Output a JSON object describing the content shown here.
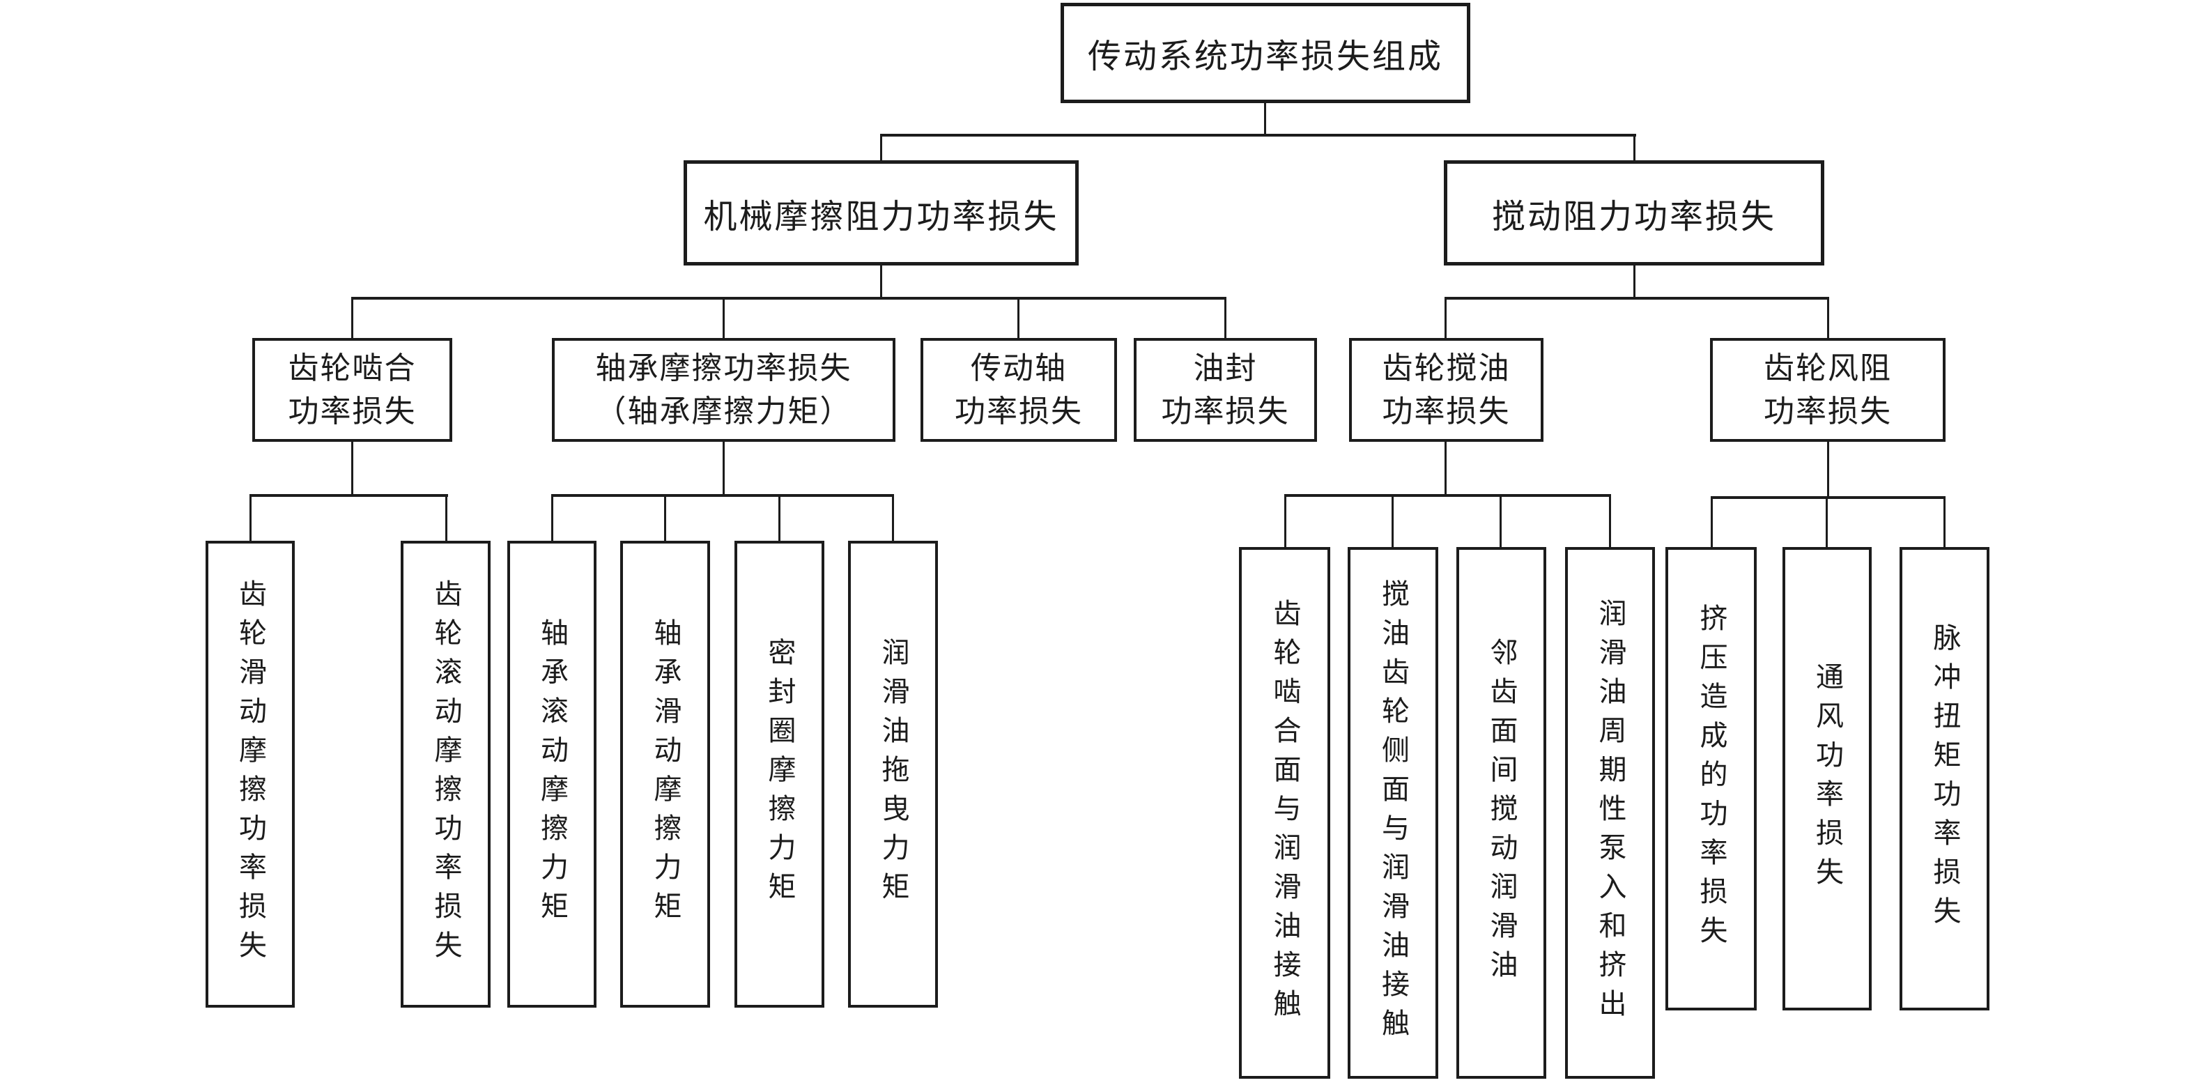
{
  "diagram": {
    "root": {
      "label": "传动系统功率损失组成"
    },
    "branches": [
      {
        "label": "机械摩擦阻力功率损失"
      },
      {
        "label": "搅动阻力功率损失"
      }
    ],
    "level3": [
      {
        "lines": [
          "齿轮啮合",
          "功率损失"
        ]
      },
      {
        "lines": [
          "轴承摩擦功率损失",
          "（轴承摩擦力矩）"
        ]
      },
      {
        "lines": [
          "传动轴",
          "功率损失"
        ]
      },
      {
        "lines": [
          "油封",
          "功率损失"
        ]
      },
      {
        "lines": [
          "齿轮搅油",
          "功率损失"
        ]
      },
      {
        "lines": [
          "齿轮风阻",
          "功率损失"
        ]
      }
    ],
    "leaves": {
      "gear_mesh": [
        {
          "label": "齿轮滑动摩擦功率损失"
        },
        {
          "label": "齿轮滚动摩擦功率损失"
        }
      ],
      "bearing": [
        {
          "label": "轴承滚动摩擦力矩"
        },
        {
          "label": "轴承滑动摩擦力矩"
        },
        {
          "label": "密封圈摩擦力矩"
        },
        {
          "label": "润滑油拖曳力矩"
        }
      ],
      "oil_churning": [
        {
          "label": "齿轮啮合面与润滑油接触"
        },
        {
          "label": "搅油齿轮侧面与润滑油接触"
        },
        {
          "label": "邻齿面间搅动润滑油"
        },
        {
          "label": "润滑油周期性泵入和挤出"
        }
      ],
      "windage": [
        {
          "label": "挤压造成的功率损失"
        },
        {
          "label": "通风功率损失"
        },
        {
          "label": "脉冲扭矩功率损失"
        }
      ]
    },
    "colors": {
      "line": "#1c1c1c",
      "box_border": "#1c1c1c",
      "background": "#ffffff",
      "text": "#1c1c1c"
    }
  }
}
